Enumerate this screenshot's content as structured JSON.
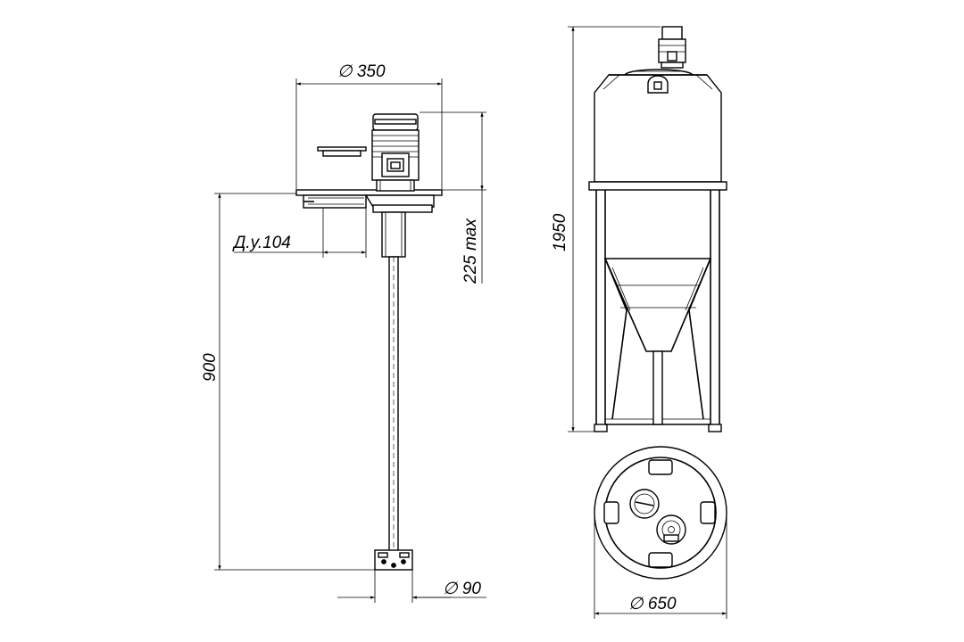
{
  "drawing": {
    "mixer": {
      "flange_diameter_label": "∅ 350",
      "nominal_bore_label": "Д.у.104",
      "height_above_label": "225 max",
      "shaft_length_label": "900",
      "impeller_diameter_label": "∅ 90"
    },
    "tank": {
      "total_height_label": "1950",
      "diameter_label": "∅ 650"
    }
  }
}
